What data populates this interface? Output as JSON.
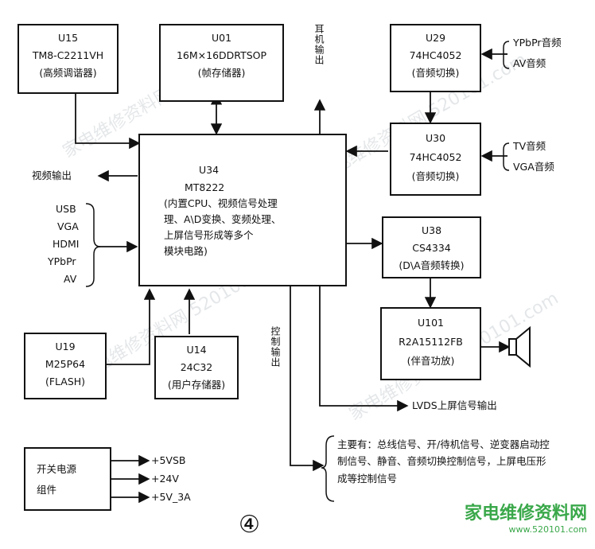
{
  "u15": {
    "ref": "U15",
    "part": "TM8-C2211VH",
    "desc": "(高频调谐器)"
  },
  "u01": {
    "ref": "U01",
    "part": "16M×16DDRTSOP",
    "desc": "(帧存储器)"
  },
  "u29": {
    "ref": "U29",
    "part": "74HC4052",
    "desc": "(音频切换)"
  },
  "u30": {
    "ref": "U30",
    "part": "74HC4052",
    "desc": "(音频切换)"
  },
  "u34": {
    "ref": "U34",
    "part": "MT8222",
    "desc1": "(内置CPU、视频信号处理",
    "desc2": "理、A\\D变换、变频处理、",
    "desc3": "上屏信号形成等多个",
    "desc4": "模块电路)"
  },
  "u38": {
    "ref": "U38",
    "part": "CS4334",
    "desc": "(D\\A音频转换)"
  },
  "u101": {
    "ref": "U101",
    "part": "R2A15112FB",
    "desc": "(伴音功放)"
  },
  "u19": {
    "ref": "U19",
    "part": "M25P64",
    "desc": "(FLASH)"
  },
  "u14": {
    "ref": "U14",
    "part": "24C32",
    "desc": "(用户存储器)"
  },
  "psu": {
    "line1": "开关电源",
    "line2": "组件",
    "out1": "+5VSB",
    "out2": "+24V",
    "out3": "+5V_3A"
  },
  "labels": {
    "video_out": "视频输出",
    "in_usb": "USB",
    "in_vga": "VGA",
    "in_hdmi": "HDMI",
    "in_ypbpr": "YPbPr",
    "in_av": "AV",
    "audio_top1": "YPbPr音频",
    "audio_top2": "AV音频",
    "audio_mid1": "TV音频",
    "audio_mid2": "VGA音频",
    "earphone_out": "耳机输出",
    "control_out": "控制输出",
    "lvds_out": "LVDS上屏信号输出",
    "note": "主要有：总线信号、开/待机信号、逆变器启动控制信号、静音、音频切换控制信号，上屏电压形成等控制信号",
    "figure_no": "④",
    "site_logo": "家电维修资料网",
    "site_url": "www.520101.com"
  },
  "watermark": "家电维修资料网 520101.com"
}
